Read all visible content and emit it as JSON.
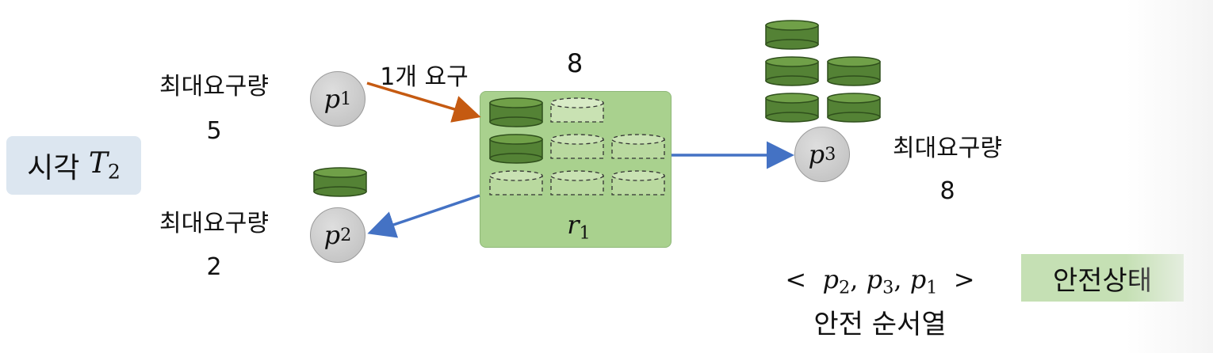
{
  "time_label": {
    "text": "시각",
    "symbol": "T",
    "sub": "2"
  },
  "resource": {
    "symbol": "r",
    "sub": "1",
    "total": "8"
  },
  "processes": [
    {
      "id": "p1",
      "symbol": "p",
      "sub": "1",
      "max_label": "최대요구량",
      "max_value": "5"
    },
    {
      "id": "p2",
      "symbol": "p",
      "sub": "2",
      "max_label": "최대요구량",
      "max_value": "2"
    },
    {
      "id": "p3",
      "symbol": "p",
      "sub": "3",
      "max_label": "최대요구량",
      "max_value": "8"
    }
  ],
  "request_label": "1개 요구",
  "sequence": {
    "open": "<",
    "items": [
      {
        "symbol": "p",
        "sub": "2"
      },
      {
        "symbol": "p",
        "sub": "3"
      },
      {
        "symbol": "p",
        "sub": "1"
      }
    ],
    "close": ">",
    "caption": "안전 순서열"
  },
  "safe_state_label": "안전상태",
  "colors": {
    "unit_fill": "#548235",
    "unit_dashed_fill": "#c9e2b3",
    "resource_bg": "#a9d18e",
    "request_arrow": "#c55a11",
    "allocate_arrow": "#4472c4",
    "time_bg": "#dce6f0",
    "status_bg": "#c5e0b4"
  }
}
